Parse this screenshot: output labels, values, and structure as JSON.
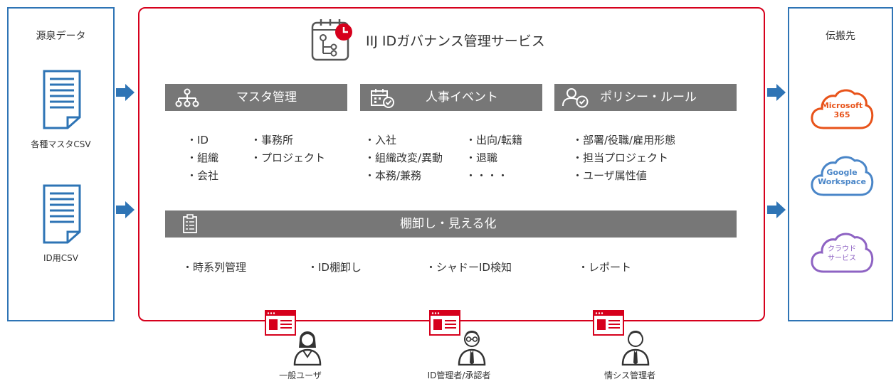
{
  "left_panel": {
    "title": "源泉データ",
    "docs": [
      {
        "label": "各種マスタCSV"
      },
      {
        "label": "ID用CSV"
      }
    ]
  },
  "right_panel": {
    "title": "伝搬先",
    "targets": [
      {
        "label_lines": [
          "Microsoft",
          "365"
        ],
        "color": "#e8531a"
      },
      {
        "label_lines": [
          "Google",
          "Workspace"
        ],
        "color": "#4a86c8"
      },
      {
        "label_lines": [
          "クラウド",
          "サービス"
        ],
        "color": "#8e63c3"
      }
    ]
  },
  "service": {
    "title": "IIJ IDガバナンス管理サービス"
  },
  "sections": [
    {
      "title": "マスタ管理",
      "icon": "org-chart-icon",
      "col1": [
        "・ID",
        "・組織",
        "・会社"
      ],
      "col2": [
        "・事務所",
        "・プロジェクト"
      ]
    },
    {
      "title": "人事イベント",
      "icon": "calendar-check-icon",
      "col1": [
        "・入社",
        "・組織改変/異動",
        "・本務/兼務"
      ],
      "col2": [
        "・出向/転籍",
        "・退職",
        "・・・・"
      ]
    },
    {
      "title": "ポリシー・ルール",
      "icon": "user-policy-icon",
      "col1": [
        "・部署/役職/雇用形態",
        "・担当プロジェクト",
        "・ユーザ属性値"
      ],
      "col2": []
    }
  ],
  "inventory": {
    "title": "棚卸し・見える化",
    "icon": "checklist-icon",
    "items": [
      "・時系列管理",
      "・ID棚卸し",
      "・シャドーID検知",
      "・レポート"
    ]
  },
  "roles": [
    {
      "label": "一般ユーザ",
      "icon": "user-female-icon"
    },
    {
      "label": "ID管理者/承認者",
      "icon": "admin-glasses-icon"
    },
    {
      "label": "情シス管理者",
      "icon": "it-admin-icon"
    }
  ],
  "colors": {
    "frame_blue": "#2e74b5",
    "frame_red": "#d6001c",
    "bar_gray": "#777777",
    "arrow_blue": "#2e74b5"
  }
}
